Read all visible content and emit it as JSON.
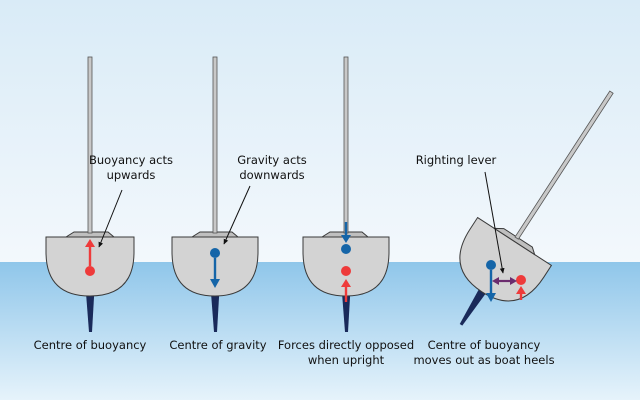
{
  "panels": [
    {
      "annotation": [
        "Buoyancy acts",
        "upwards"
      ],
      "caption": [
        "Centre of buoyancy"
      ]
    },
    {
      "annotation": [
        "Gravity acts",
        "downwards"
      ],
      "caption": [
        "Centre of gravity"
      ]
    },
    {
      "annotation": [],
      "caption": [
        "Forces directly opposed",
        "when upright"
      ]
    },
    {
      "annotation": [
        "Righting lever"
      ],
      "caption": [
        "Centre of buoyancy",
        "moves out as boat heels"
      ]
    }
  ],
  "colors": {
    "sky_top": "#d9ebf7",
    "sky_bottom": "#f3f8fc",
    "water_top": "#8fc6ea",
    "water_bottom": "#e6f3fb",
    "hull_fill": "#d3d3d3",
    "hull_stroke": "#3a3a3a",
    "keel": "#1a2a5a",
    "gravity": "#1565a8",
    "buoyancy": "#ee3a3a",
    "lever": "#6b2c6e"
  }
}
